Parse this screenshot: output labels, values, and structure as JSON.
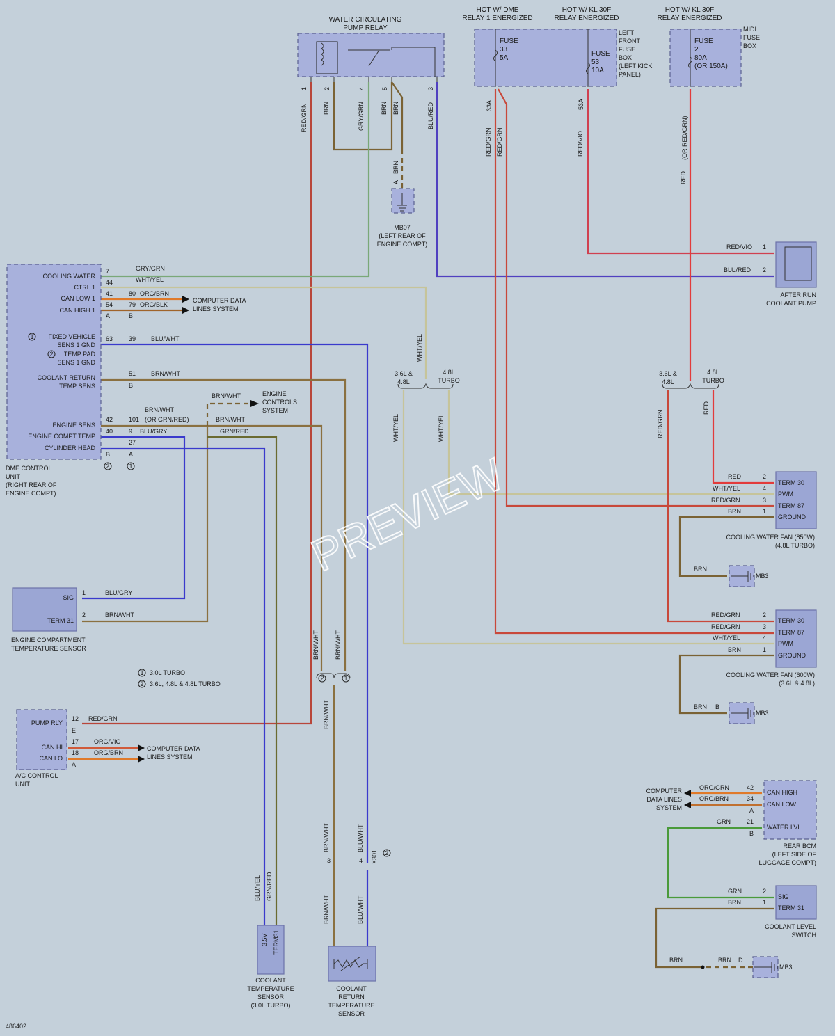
{
  "colors": {
    "red": "#e23b3b",
    "red_grn": "#b8463a",
    "brn": "#7a6234",
    "blu": "#3a3acc",
    "grn": "#4a9a3a",
    "gry_grn": "#7aa878",
    "wht_yel": "#c6c49a",
    "org": "#e07a2a",
    "blu_red": "#5040c0",
    "red_vio": "#d04050"
  },
  "relay": {
    "title1": "WATER CIRCULATING",
    "title2": "PUMP RELAY"
  },
  "hot1": {
    "l1": "HOT W/ DME",
    "l2": "RELAY 1 ENERGIZED"
  },
  "hot2": {
    "l1": "HOT W/ KL 30F",
    "l2": "RELAY ENERGIZED"
  },
  "hot3": {
    "l1": "HOT W/ KL 30F",
    "l2": "RELAY ENERGIZED"
  },
  "fuse33": {
    "l1": "FUSE",
    "l2": "33",
    "l3": "5A"
  },
  "fuse53": {
    "l1": "FUSE",
    "l2": "53",
    "l3": "10A"
  },
  "fuse2": {
    "l1": "FUSE",
    "l2": "2",
    "l3": "80A",
    "l4": "(OR 150A)"
  },
  "lffb": {
    "l1": "LEFT",
    "l2": "FRONT",
    "l3": "FUSE",
    "l4": "BOX",
    "l5": "(LEFT KICK",
    "l6": "PANEL)"
  },
  "midi": {
    "l1": "MIDI",
    "l2": "FUSE",
    "l3": "BOX"
  },
  "mb07": {
    "l1": "MB07",
    "l2": "(LEFT REAR OF",
    "l3": "ENGINE COMPT)"
  },
  "dme": {
    "cooling_water": "COOLING WATER",
    "ctrl1": "CTRL 1",
    "can_low1": "CAN LOW 1",
    "can_high1": "CAN HIGH 1",
    "fixed_vehicle": "FIXED VEHICLE",
    "sens1_gnd": "SENS 1 GND",
    "temp_pad": "TEMP PAD",
    "sens1_gnd2": "SENS 1 GND",
    "coolant_return": "COOLANT RETURN",
    "temp_sens": "TEMP SENS",
    "engine_sens": "ENGINE SENS",
    "engine_compt_temp": "ENGINE COMPT TEMP",
    "cylinder_head": "CYLINDER HEAD",
    "n1": "DME CONTROL",
    "n2": "UNIT",
    "n3": "(RIGHT REAR OF",
    "n4": "ENGINE COMPT)"
  },
  "wires": {
    "gry_grn": "GRY/GRN",
    "wht_yel": "WHT/YEL",
    "org_brn": "ORG/BRN",
    "org_blk": "ORG/BLK",
    "blu_wht": "BLU/WHT",
    "brn_wht": "BRN/WHT",
    "brn_wht_or": "(OR GRN/RED)",
    "blu_gry": "BLU/GRY",
    "grn_red": "GRN/RED",
    "red_grn": "RED/GRN",
    "brn": "BRN",
    "blu_red": "BLU/RED",
    "red_vio": "RED/VIO",
    "red": "RED",
    "red_or": "(OR RED/GRN)",
    "org_vio": "ORG/VIO",
    "org_grn": "ORG/GRN",
    "grn": "GRN",
    "blu_yel": "BLU/YEL"
  },
  "pins": {
    "p7": "7",
    "p44": "44",
    "p41": "41",
    "p80": "80",
    "p54": "54",
    "p79": "79",
    "pA": "A",
    "pB": "B",
    "p63": "63",
    "p39": "39",
    "p51": "51",
    "p42": "42",
    "p101": "101",
    "p40": "40",
    "p9": "9",
    "p27": "27",
    "p1": "1",
    "p2": "2",
    "p3": "3",
    "p4": "4",
    "p5": "5",
    "p12": "12",
    "p17": "17",
    "p18": "18",
    "p33A": "33A",
    "p53A": "53A",
    "pE": "E",
    "p21": "21",
    "p34": "34",
    "pD": "D"
  },
  "cdls": {
    "l1": "COMPUTER DATA",
    "l2": "LINES SYSTEM"
  },
  "ecs": {
    "l1": "ENGINE",
    "l2": "CONTROLS",
    "l3": "SYSTEM"
  },
  "afterrun": {
    "l1": "AFTER RUN",
    "l2": "COOLANT PUMP"
  },
  "split_a": {
    "l1": "3.6L &",
    "l2": "4.8L",
    "r1": "4.8L",
    "r2": "TURBO"
  },
  "fan850": {
    "t30": "TERM 30",
    "pwm": "PWM",
    "t87": "TERM 87",
    "gnd": "GROUND",
    "n1": "COOLING WATER FAN (850W)",
    "n2": "(4.8L TURBO)"
  },
  "fan600": {
    "t30": "TERM 30",
    "t87": "TERM 87",
    "pwm": "PWM",
    "gnd": "GROUND",
    "n1": "COOLING WATER FAN (600W)",
    "n2": "(3.6L & 4.8L)"
  },
  "mb3": "MB3",
  "ects": {
    "sig": "SIG",
    "t31": "TERM 31",
    "n1": "ENGINE COMPARTMENT",
    "n2": "TEMPERATURE SENSOR"
  },
  "legend": {
    "l1": "3.0L TURBO",
    "l2": "3.6L, 4.8L & 4.8L TURBO",
    "c1": "1",
    "c2": "2"
  },
  "ac": {
    "pump_rly": "PUMP RLY",
    "can_hi": "CAN HI",
    "can_lo": "CAN LO",
    "n1": "A/C CONTROL",
    "n2": "UNIT"
  },
  "bcm": {
    "can_high": "CAN HIGH",
    "can_low": "CAN LOW",
    "water_lvl": "WATER LVL",
    "n1": "REAR BCM",
    "n2": "(LEFT SIDE OF",
    "n3": "LUGGAGE COMPT)"
  },
  "cdls2": {
    "l1": "COMPUTER",
    "l2": "DATA LINES",
    "l3": "SYSTEM"
  },
  "cls": {
    "sig": "SIG",
    "t31": "TERM 31",
    "n1": "COOLANT LEVEL",
    "n2": "SWITCH"
  },
  "x301": "X301",
  "cts": {
    "v35": "3.5V",
    "t31": "TERM31",
    "n1": "COOLANT",
    "n2": "TEMPERATURE",
    "n3": "SENSOR",
    "n4": "(3.0L TURBO)"
  },
  "crts": {
    "n1": "COOLANT",
    "n2": "RETURN",
    "n3": "TEMPERATURE",
    "n4": "SENSOR"
  },
  "watermark": "PREVIEW",
  "code": "486402"
}
